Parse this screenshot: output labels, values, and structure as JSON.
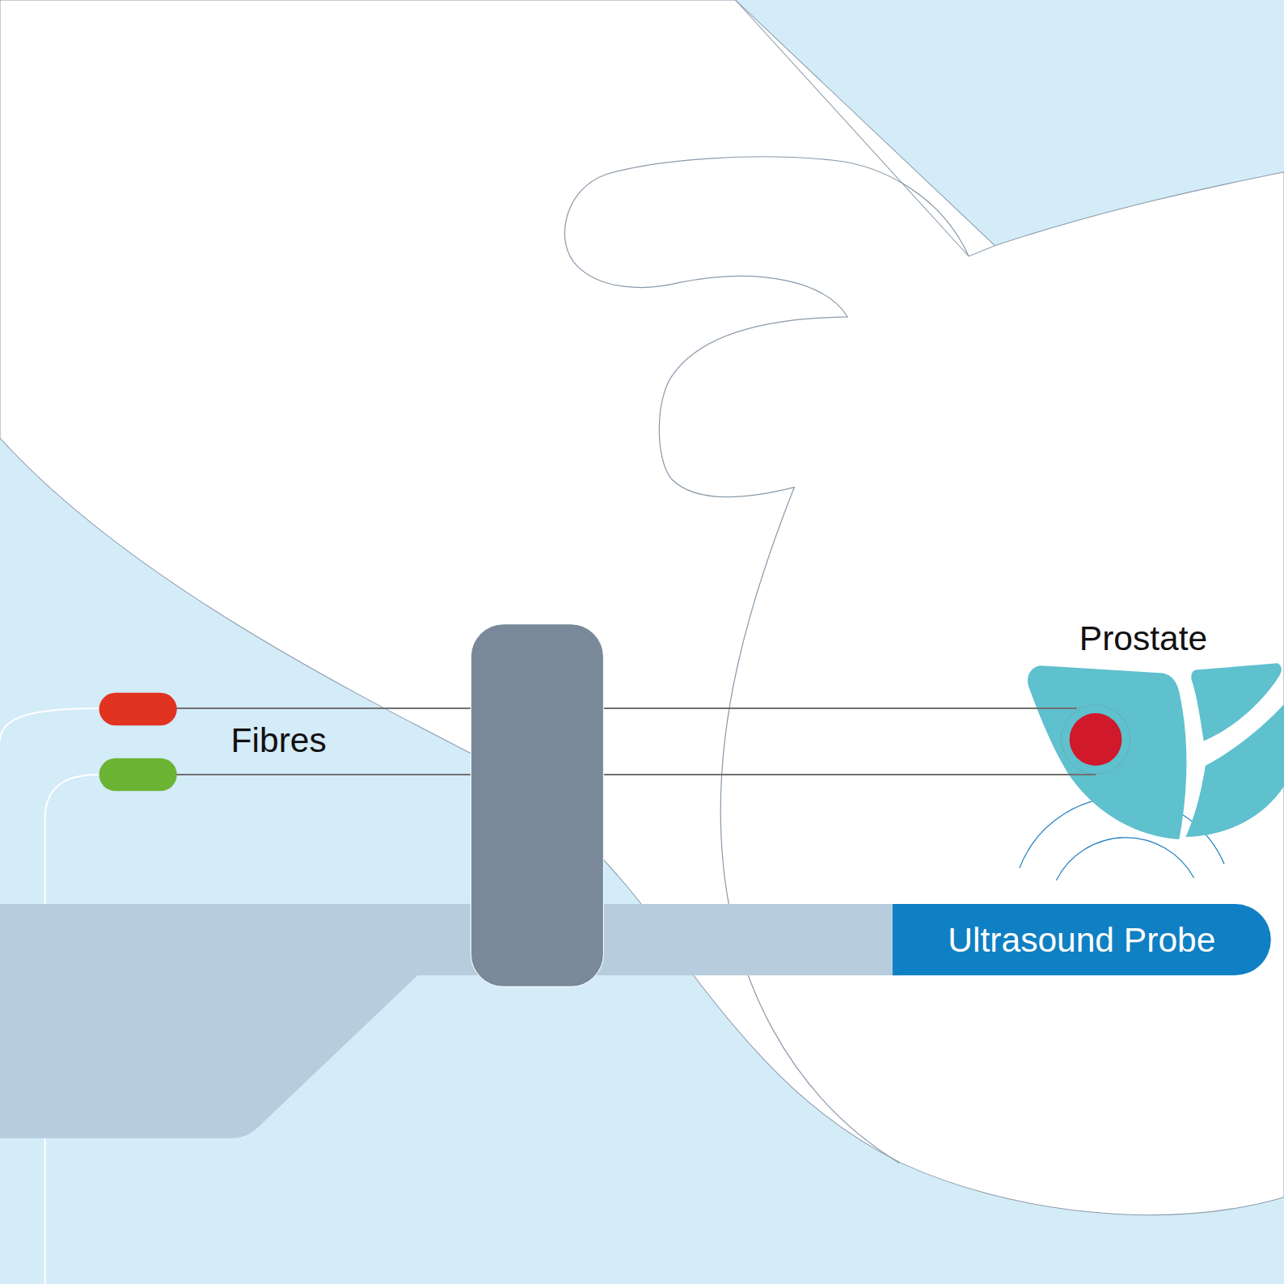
{
  "diagram": {
    "nodes": [
      {
        "text": [
          "Prostate"
        ]
      },
      {
        "text": [
          "Ultrasound Probe"
        ]
      }
    ],
    "labels": [
      "Fibres"
    ]
  }
}
